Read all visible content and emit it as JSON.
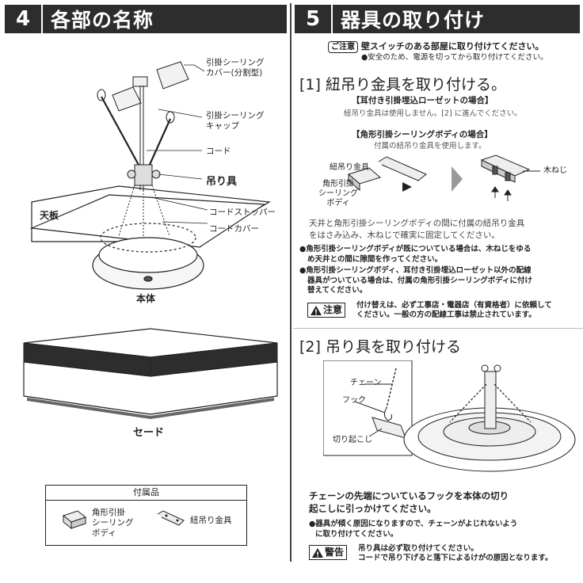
{
  "left": {
    "section_number": "4",
    "section_title": "各部の名称",
    "callouts": {
      "cover": [
        "引掛シーリング",
        "カバー(分割型)"
      ],
      "cap": [
        "引掛シーリング",
        "キャップ"
      ],
      "cord": "コード",
      "hanger": "吊り具",
      "ceiling": "天板",
      "stopper": "コードストッパー",
      "cord_cover": "コードカバー",
      "body": "本体",
      "shade": "セード"
    },
    "accessories": {
      "title": "付属品",
      "item1": [
        "角形引掛",
        "シーリング",
        "ボディ"
      ],
      "item2": "紐吊り金具"
    }
  },
  "right": {
    "section_number": "5",
    "section_title": "器具の取り付け",
    "note_tag": "ご注意",
    "note_main": "壁スイッチのある部屋に取り付けてください。",
    "note_sub": "●安全のため、電源を切ってから取り付けてください。",
    "step1": {
      "heading": "[1] 紐吊り金具を取り付ける。",
      "case1_title": "【耳付き引掛埋込ローゼットの場合】",
      "case1_text": "紐吊り金具は使用しません。[2] に進んでください。",
      "case2_title": "【角形引掛シーリングボディの場合】",
      "case2_text": "付属の紐吊り金具を使用します。",
      "label_bracket": "紐吊り金具",
      "label_body": [
        "角形引掛",
        "シーリング",
        "ボディ"
      ],
      "label_screw": "木ねじ",
      "desc": [
        "天井と角形引掛シーリングボディの間に付属の紐吊り金具",
        "をはさみ込み、木ねじで確実に固定してください。"
      ],
      "bullet1": [
        "●角形引掛シーリングボディが既についている場合は、木ねじをゆる",
        "め天井との間に隙間を作ってください。"
      ],
      "bullet2": [
        "●角形引掛シーリングボディ、耳付き引掛埋込ローゼット以外の配線",
        "器具がついている場合は、付属の角形引掛シーリングボディに付け",
        "替えてください。"
      ],
      "caution_label": "注意",
      "caution_text": [
        "付け替えは、必ず工事店・電器店（有資格者）に依頼して",
        "ください。一般の方の配線工事は禁止されています。"
      ]
    },
    "step2": {
      "heading": "[2] 吊り具を取り付ける",
      "label_chain": "チェーン",
      "label_hook": "フック",
      "label_notch": "切り起こし",
      "desc": [
        "チェーンの先端についているフックを本体の切り",
        "起こしに引っかけてください。"
      ],
      "bullet": [
        "●器具が傾く原因になりますので、チェーンがよじれないよう",
        "に取り付けてください。"
      ],
      "warning_label": "警告",
      "warning_text": [
        "吊り具は必ず取り付けてください。",
        "コードで吊り下げると落下によるけがの原因となります。"
      ]
    }
  }
}
